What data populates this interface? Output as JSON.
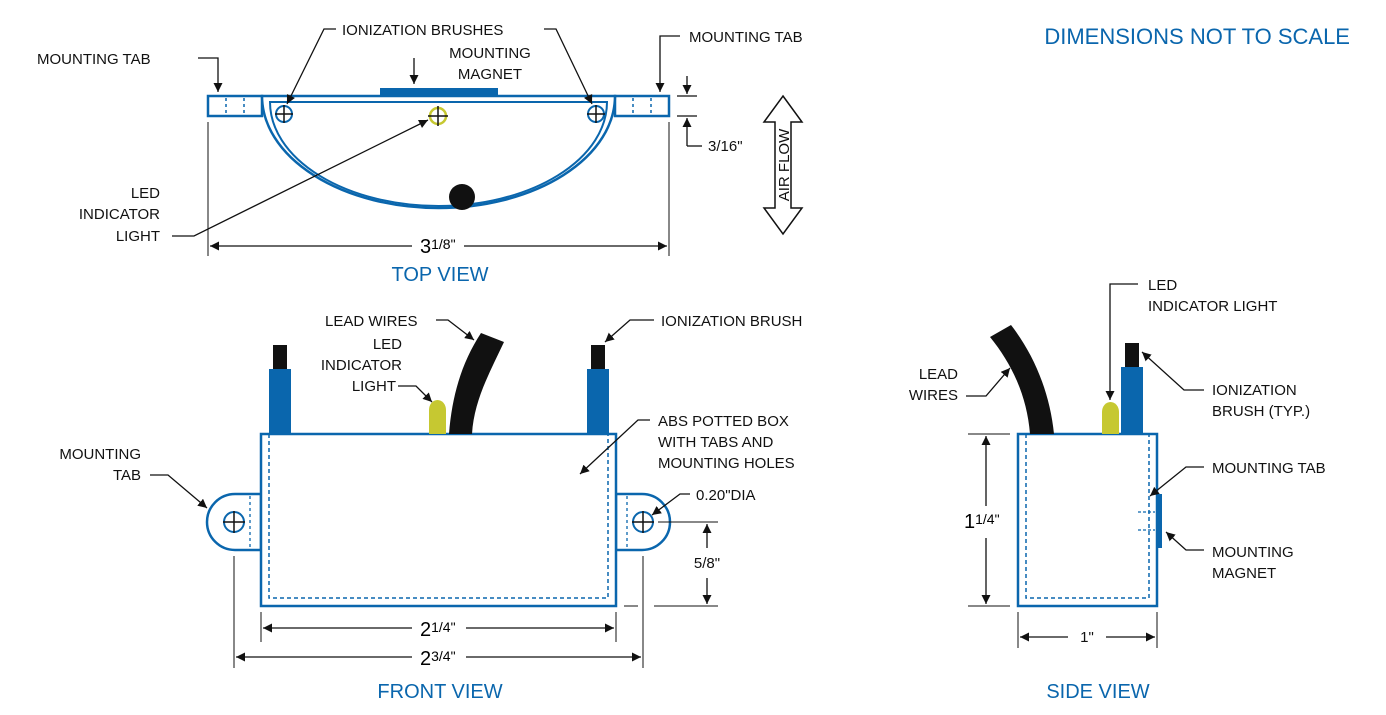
{
  "note": "DIMENSIONS NOT TO SCALE",
  "colors": {
    "outline": "#0a66ad",
    "brush": "#0a66ad",
    "led": "#c6c831",
    "wire": "#111111",
    "text": "#111111"
  },
  "top_view": {
    "title": "TOP VIEW",
    "labels": {
      "ionization_brushes": "IONIZATION BRUSHES",
      "mounting_magnet_1": "MOUNTING",
      "mounting_magnet_2": "MAGNET",
      "mounting_tab_left": "MOUNTING TAB",
      "mounting_tab_right": "MOUNTING TAB",
      "led_1": "LED",
      "led_2": "INDICATOR",
      "led_3": "LIGHT",
      "air_flow": "AIR FLOW"
    },
    "dimensions": {
      "width_whole": "3",
      "width_frac": "1/8\"",
      "tab": "3/16\""
    }
  },
  "front_view": {
    "title": "FRONT VIEW",
    "labels": {
      "lead_wires": "LEAD WIRES",
      "led_1": "LED",
      "led_2": "INDICATOR",
      "led_3": "LIGHT",
      "ionization_brush": "IONIZATION BRUSH",
      "abs_1": "ABS POTTED BOX",
      "abs_2": "WITH TABS AND",
      "abs_3": "MOUNTING HOLES",
      "mounting_tab_1": "MOUNTING",
      "mounting_tab_2": "TAB",
      "hole": "0.20\"DIA"
    },
    "dimensions": {
      "inner_whole": "2",
      "inner_frac": "1/4\"",
      "outer_whole": "2",
      "outer_frac": "3/4\"",
      "hole_height": "5/8\""
    }
  },
  "side_view": {
    "title": "SIDE VIEW",
    "labels": {
      "led_1": "LED",
      "led_2": "INDICATOR LIGHT",
      "lead_wires_1": "LEAD",
      "lead_wires_2": "WIRES",
      "brush_1": "IONIZATION",
      "brush_2": "BRUSH (TYP.)",
      "mounting_tab": "MOUNTING TAB",
      "magnet_1": "MOUNTING",
      "magnet_2": "MAGNET"
    },
    "dimensions": {
      "height_whole": "1",
      "height_frac": "1/4\"",
      "width": "1\""
    }
  }
}
